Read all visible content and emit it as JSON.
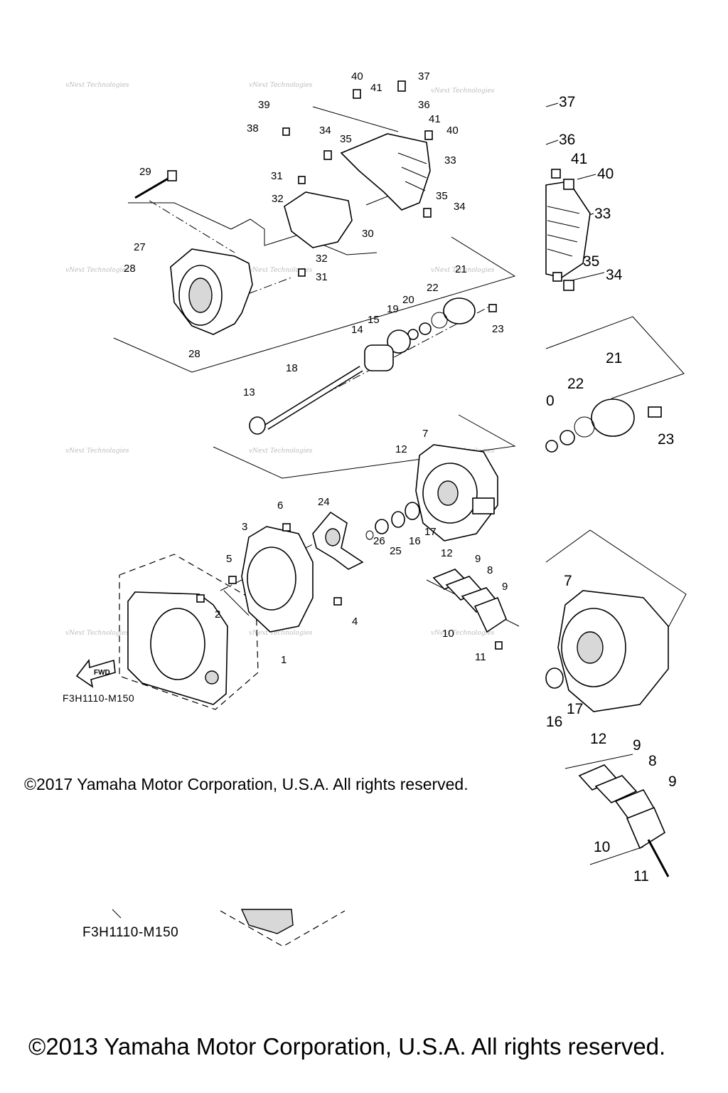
{
  "diagram": {
    "figure_code": "F3H1110-M150",
    "fwd_label": "FWD",
    "watermark": "vNext Technologies",
    "copyright_upper": "©2017 Yamaha Motor Corporation, U.S.A. All rights reserved.",
    "copyright_lower": "©2013 Yamaha Motor Corporation, U.S.A. All rights reserved.",
    "callouts": [
      "1",
      "2",
      "3",
      "4",
      "5",
      "6",
      "7",
      "8",
      "9",
      "10",
      "11",
      "12",
      "13",
      "14",
      "15",
      "16",
      "17",
      "18",
      "19",
      "20",
      "21",
      "22",
      "23",
      "24",
      "25",
      "26",
      "27",
      "28",
      "29",
      "30",
      "31",
      "32",
      "33",
      "34",
      "35",
      "36",
      "37",
      "38",
      "39",
      "40",
      "41"
    ],
    "inset_callouts": [
      "37",
      "36",
      "41",
      "40",
      "33",
      "35",
      "34",
      "21",
      "22",
      "0",
      "23",
      "7",
      "17",
      "16",
      "12",
      "9",
      "8",
      "9",
      "10",
      "11"
    ]
  }
}
